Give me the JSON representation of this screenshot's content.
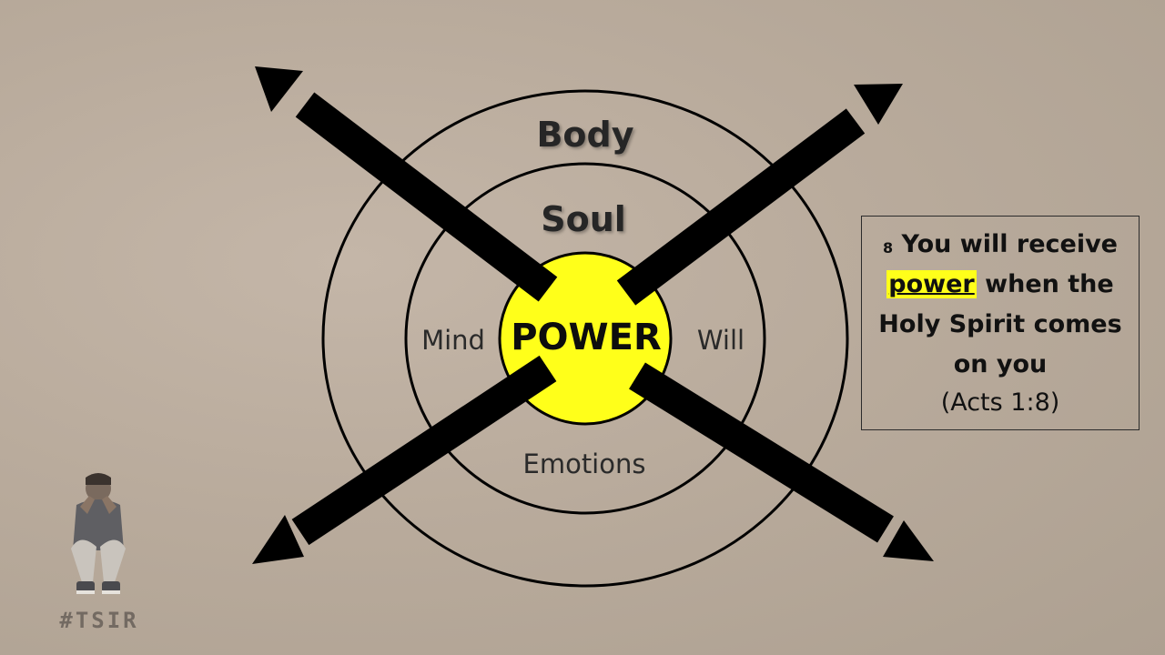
{
  "diagram": {
    "rings": {
      "outer_label": "Body",
      "middle_label": "Soul",
      "center_label": "POWER",
      "left_label": "Mind",
      "right_label": "Will",
      "bottom_label": "Emotions"
    },
    "colors": {
      "center_fill": "#ffff1a",
      "arrow": "#000000",
      "ring_stroke": "#000000"
    },
    "arrows": [
      "arrow-up-left",
      "arrow-up-right",
      "arrow-down-left",
      "arrow-down-right"
    ]
  },
  "verse": {
    "number": "8",
    "before_highlight": " You will receive",
    "highlight": "power",
    "after_highlight": "when the Holy Spirit comes on you",
    "reference": "(Acts 1:8)",
    "highlight_color": "#ffff1a"
  },
  "brand": {
    "tag": "#TSIR",
    "figure_icon": "sitting-person-icon"
  }
}
